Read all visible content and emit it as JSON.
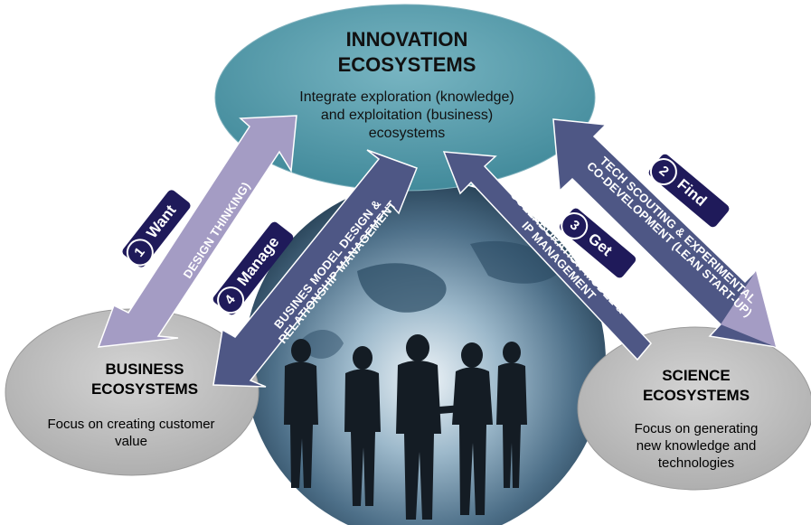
{
  "innovation": {
    "title_line1": "INNOVATION",
    "title_line2": "ECOSYSTEMS",
    "desc_line1": "Integrate exploration (knowledge)",
    "desc_line2": "and exploitation (business)",
    "desc_line3": "ecosystems"
  },
  "business": {
    "title_line1": "BUSINESS",
    "title_line2": "ECOSYSTEMS",
    "desc_line1": "Focus on creating customer",
    "desc_line2": "value"
  },
  "science": {
    "title_line1": "SCIENCE",
    "title_line2": "ECOSYSTEMS",
    "desc_line1": "Focus on generating",
    "desc_line2": "new knowledge and",
    "desc_line3": "technologies"
  },
  "steps": [
    {
      "number": "1",
      "label": "Want",
      "arrow_line1": "DESIGN THINKING)"
    },
    {
      "number": "2",
      "label": "Find",
      "arrow_line1": "TECH SCOUTING & EXPERIMENTAL",
      "arrow_line2": "CO-DEVELOPMENT (LEAN START-UP)"
    },
    {
      "number": "3",
      "label": "Get",
      "arrow_line1": "COLLABORATION MODEL &",
      "arrow_line2": "IP MANAGEMENT"
    },
    {
      "number": "4",
      "label": "Manage",
      "arrow_line1": "BUSINES MODEL DESIGN &",
      "arrow_line2": "RELATIONSHIP MANAGEMENT"
    }
  ],
  "colors": {
    "innovation_fill": "#4f93a2",
    "side_fill": "#bcbcbc",
    "arrow_light": "#a49cc4",
    "arrow_dark": "#4e5785",
    "badge": "#1f1a5a"
  }
}
